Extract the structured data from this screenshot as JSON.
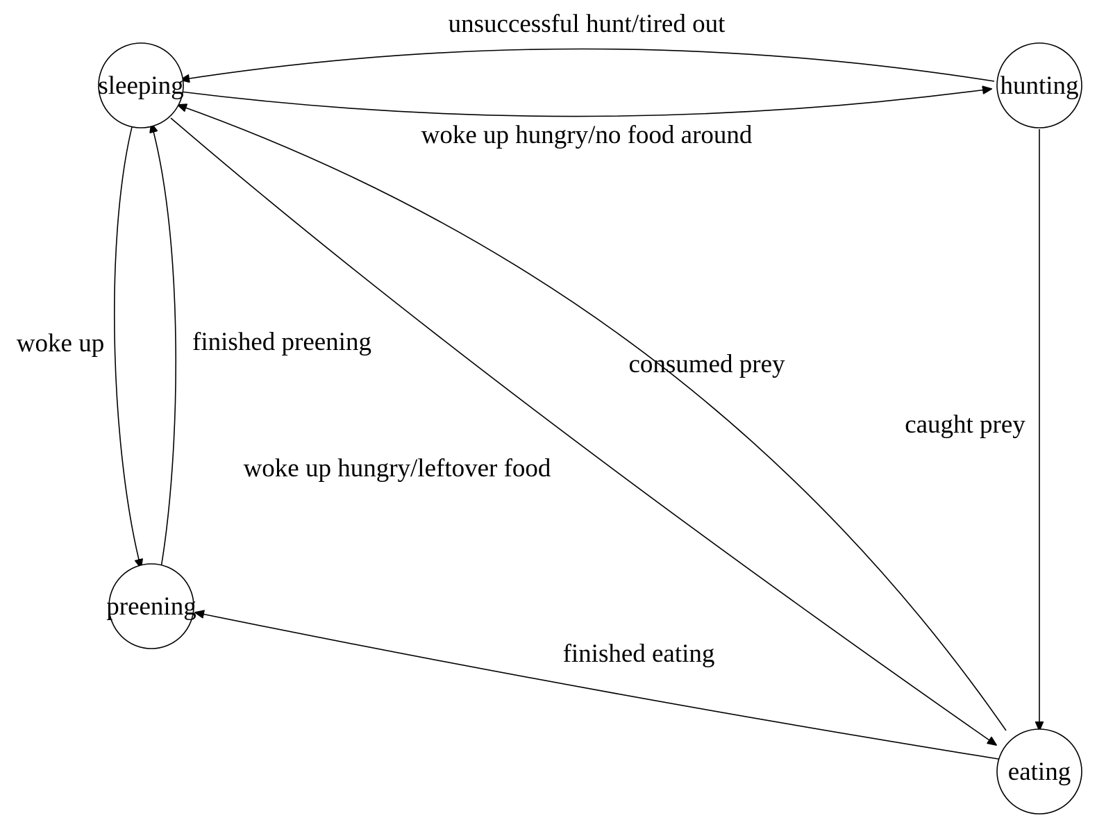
{
  "diagram": {
    "nodes": [
      {
        "id": "sleeping",
        "label": "sleeping"
      },
      {
        "id": "hunting",
        "label": "hunting"
      },
      {
        "id": "preening",
        "label": "preening"
      },
      {
        "id": "eating",
        "label": "eating"
      }
    ],
    "edges": [
      {
        "id": "sleeping-to-hunting",
        "from": "sleeping",
        "to": "hunting",
        "label": "woke up hungry/no food around"
      },
      {
        "id": "hunting-to-sleeping",
        "from": "hunting",
        "to": "sleeping",
        "label": "unsuccessful hunt/tired out"
      },
      {
        "id": "sleeping-to-preening",
        "from": "sleeping",
        "to": "preening",
        "label": "woke up"
      },
      {
        "id": "preening-to-sleeping",
        "from": "preening",
        "to": "sleeping",
        "label": "finished preening"
      },
      {
        "id": "sleeping-to-eating",
        "from": "sleeping",
        "to": "eating",
        "label": "woke up hungry/leftover food"
      },
      {
        "id": "eating-to-sleeping",
        "from": "eating",
        "to": "sleeping",
        "label": "consumed prey"
      },
      {
        "id": "hunting-to-eating",
        "from": "hunting",
        "to": "eating",
        "label": "caught prey"
      },
      {
        "id": "eating-to-preening",
        "from": "eating",
        "to": "preening",
        "label": "finished eating"
      }
    ],
    "colors": {
      "stroke": "#000000",
      "background": "#ffffff"
    }
  }
}
